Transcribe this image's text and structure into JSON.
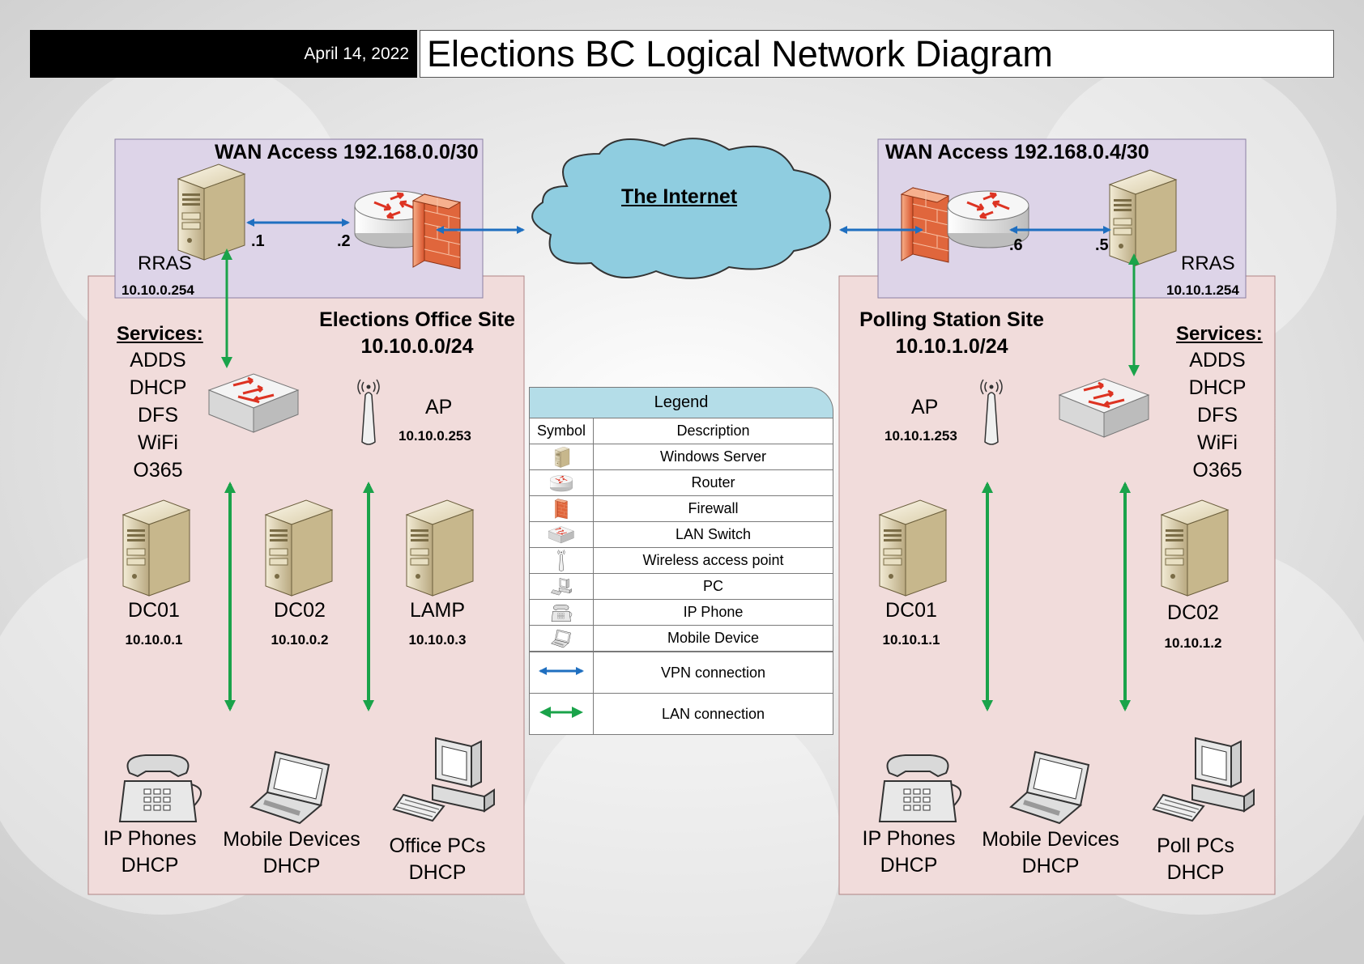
{
  "header": {
    "date": "April 14, 2022",
    "title": "Elections BC Logical Network Diagram"
  },
  "internet": {
    "label": "The Internet"
  },
  "left": {
    "wan_title": "WAN Access 192.168.0.0/30",
    "rras_label": "RRAS",
    "rras_ip": "10.10.0.254",
    "rras_port": ".1",
    "router_port": ".2",
    "site_name": "Elections Office Site",
    "site_subnet": "10.10.0.0/24",
    "services_title": "Services:",
    "services": [
      "ADDS",
      "DHCP",
      "DFS",
      "WiFi",
      "O365"
    ],
    "ap_label": "AP",
    "ap_ip": "10.10.0.253",
    "servers": [
      {
        "name": "DC01",
        "ip": "10.10.0.1"
      },
      {
        "name": "DC02",
        "ip": "10.10.0.2"
      },
      {
        "name": "LAMP",
        "ip": "10.10.0.3"
      }
    ],
    "clients": [
      {
        "name": "IP Phones",
        "sub": "DHCP"
      },
      {
        "name": "Mobile Devices",
        "sub": "DHCP"
      },
      {
        "name": "Office PCs",
        "sub": "DHCP"
      }
    ]
  },
  "right": {
    "wan_title": "WAN Access 192.168.0.4/30",
    "rras_label": "RRAS",
    "rras_ip": "10.10.1.254",
    "rras_port": ".5",
    "router_port": ".6",
    "site_name": "Polling Station Site",
    "site_subnet": "10.10.1.0/24",
    "services_title": "Services:",
    "services": [
      "ADDS",
      "DHCP",
      "DFS",
      "WiFi",
      "O365"
    ],
    "ap_label": "AP",
    "ap_ip": "10.10.1.253",
    "servers": [
      {
        "name": "DC01",
        "ip": "10.10.1.1"
      },
      {
        "name": "DC02",
        "ip": "10.10.1.2"
      }
    ],
    "clients": [
      {
        "name": "IP Phones",
        "sub": "DHCP"
      },
      {
        "name": "Mobile Devices",
        "sub": "DHCP"
      },
      {
        "name": "Poll PCs",
        "sub": "DHCP"
      }
    ]
  },
  "legend": {
    "title": "Legend",
    "col_symbol": "Symbol",
    "col_description": "Description",
    "rows": [
      "Windows Server",
      "Router",
      "Firewall",
      "LAN Switch",
      "Wireless access point",
      "PC",
      "IP Phone",
      "Mobile Device"
    ],
    "vpn": "VPN connection",
    "lan": "LAN connection"
  },
  "colors": {
    "vpn": "#1f6fc0",
    "lan": "#1aa34a",
    "site": "#f1dcdb",
    "wan": "#ddd4e8",
    "cloud": "#8fcde0"
  }
}
